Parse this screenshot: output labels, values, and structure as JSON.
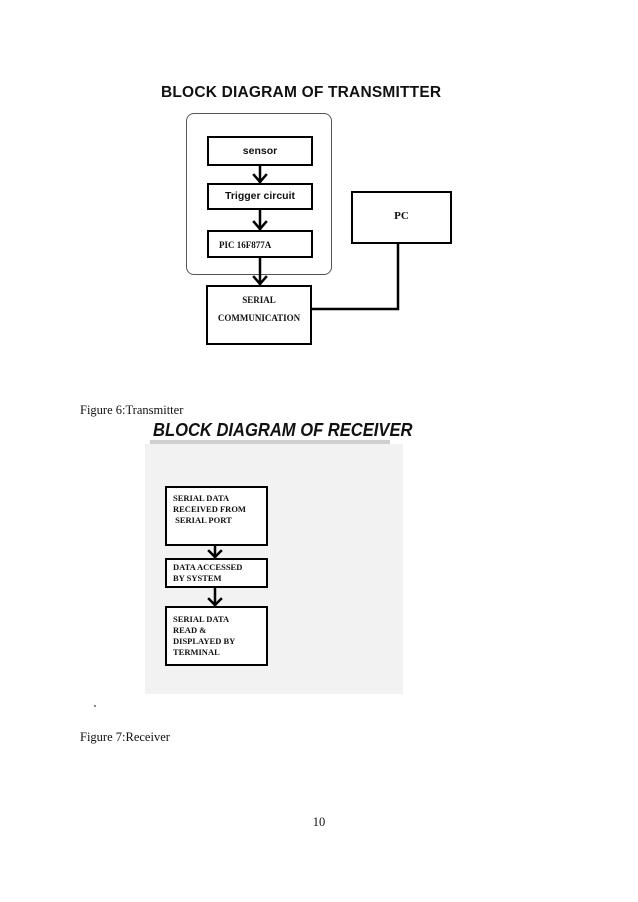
{
  "transmitter": {
    "title": "BLOCK DIAGRAM OF TRANSMITTER",
    "blocks": {
      "sensor": "sensor",
      "trigger": "Trigger circuit",
      "pic": "PIC 16F877A",
      "serial_line1": "SERIAL",
      "serial_line2": "COMMUNICATION",
      "pc": "PC"
    },
    "caption": "Figure 6:Transmitter"
  },
  "receiver": {
    "title": "BLOCK DIAGRAM OF RECEIVER",
    "blocks": {
      "received": [
        "SERIAL DATA",
        "RECEIVED FROM",
        " SERIAL PORT"
      ],
      "accessed": [
        "DATA ACCESSED",
        "BY SYSTEM"
      ],
      "displayed": [
        "SERIAL DATA",
        "READ &",
        "DISPLAYED BY",
        "TERMINAL"
      ]
    },
    "caption": "Figure 7:Receiver"
  },
  "page_number": "10"
}
